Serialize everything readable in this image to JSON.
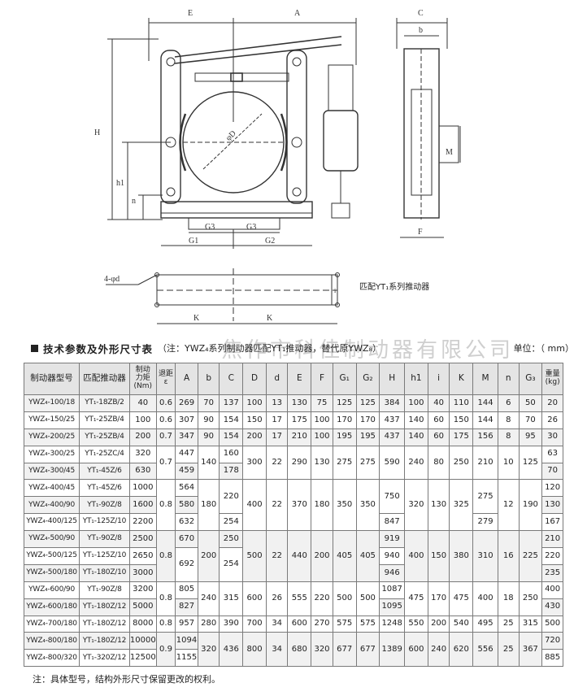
{
  "drawing": {
    "front_dims": [
      "E",
      "A",
      "H",
      "h1",
      "n",
      "φD",
      "G3",
      "G3",
      "G1",
      "G2"
    ],
    "side_dims": [
      "C",
      "b",
      "M",
      "F"
    ],
    "plan_dims": [
      "4-φd",
      "i",
      "K",
      "K"
    ],
    "caption": "匹配YT₁系列推动器"
  },
  "table_title": "技术参数及外形尺寸表",
  "table_note": "（注：YWZ₄系列制动器匹配YT₁推动器，替代原YWZ₈）",
  "unit_label": "单位：（ mm）",
  "watermark": "焦作市科佳制动器有限公司",
  "headers": {
    "model": "制动器型号",
    "thruster": "匹配推动器",
    "torque_1": "制动",
    "torque_2": "力矩",
    "torque_3": "(Nm)",
    "retreat_1": "退距",
    "retreat_2": "ε",
    "A": "A",
    "b": "b",
    "C": "C",
    "D": "D",
    "d": "d",
    "E": "E",
    "F": "F",
    "G1": "G₁",
    "G2": "G₂",
    "H": "H",
    "h1": "h1",
    "i": "i",
    "K": "K",
    "M": "M",
    "n": "n",
    "G3": "G₃",
    "weight_1": "重量",
    "weight_2": "(kg)"
  },
  "rows": [
    {
      "model": "YWZ₄-100/18",
      "thruster": "YT₁-18ZB/2",
      "torque": "40",
      "e": "0.6",
      "A": "269",
      "b": "70",
      "C": "137",
      "D": "100",
      "d": "13",
      "E": "130",
      "F": "75",
      "G1": "125",
      "G2": "125",
      "H": "384",
      "h1": "100",
      "i": "40",
      "K": "110",
      "M": "144",
      "n": "6",
      "G3": "50",
      "w": "20"
    },
    {
      "model": "YWZ₄-150/25",
      "thruster": "YT₁-25ZB/4",
      "torque": "100",
      "e": "0.6",
      "A": "307",
      "b": "90",
      "C": "154",
      "D": "150",
      "d": "17",
      "E": "175",
      "F": "100",
      "G1": "170",
      "G2": "170",
      "H": "437",
      "h1": "140",
      "i": "60",
      "K": "150",
      "M": "144",
      "n": "8",
      "G3": "70",
      "w": "26"
    },
    {
      "model": "YWZ₄-200/25",
      "thruster": "YT₁-25ZB/4",
      "torque": "200",
      "e": "0.7",
      "A": "347",
      "b": "90",
      "C": "154",
      "D": "200",
      "d": "17",
      "E": "210",
      "F": "100",
      "G1": "195",
      "G2": "195",
      "H": "437",
      "h1": "140",
      "i": "60",
      "K": "175",
      "M": "156",
      "n": "8",
      "G3": "95",
      "w": "30"
    },
    {
      "model": "YWZ₄-300/25",
      "thruster": "YT₁-25ZC/4",
      "torque": "320",
      "e": "0.7",
      "A": "447",
      "b": "140",
      "C": "160",
      "D": "300",
      "d": "22",
      "E": "290",
      "F": "130",
      "G1": "275",
      "G2": "275",
      "H": "590",
      "h1": "240",
      "i": "80",
      "K": "250",
      "M": "210",
      "n": "10",
      "G3": "125",
      "w": "63"
    },
    {
      "model": "YWZ₄-300/45",
      "thruster": "YT₁-45Z/6",
      "torque": "630",
      "A": "459",
      "C": "178",
      "w": "70"
    },
    {
      "model": "YWZ₄-400/45",
      "thruster": "YT₁-45Z/6",
      "torque": "1000",
      "e": "0.8",
      "A": "564",
      "b": "180",
      "C": "220",
      "D": "400",
      "d": "22",
      "E": "370",
      "F": "180",
      "G1": "350",
      "G2": "350",
      "H": "750",
      "h1": "320",
      "i": "130",
      "K": "325",
      "M": "275",
      "n": "12",
      "G3": "190",
      "w": "120"
    },
    {
      "model": "YWZ₄-400/90",
      "thruster": "YT₁-90Z/8",
      "torque": "1600",
      "A": "580",
      "w": "130"
    },
    {
      "model": "YWZ₄-400/125",
      "thruster": "YT₁-125Z/10",
      "torque": "2200",
      "A": "632",
      "C": "254",
      "H": "847",
      "M": "279",
      "w": "167"
    },
    {
      "model": "YWZ₄-500/90",
      "thruster": "YT₁-90Z/8",
      "torque": "2500",
      "e": "0.8",
      "A": "670",
      "b": "200",
      "C": "250",
      "D": "500",
      "d": "22",
      "E": "440",
      "F": "200",
      "G1": "405",
      "G2": "405",
      "H": "919",
      "h1": "400",
      "i": "150",
      "K": "380",
      "M": "310",
      "n": "16",
      "G3": "225",
      "w": "210"
    },
    {
      "model": "YWZ₄-500/125",
      "thruster": "YT₁-125Z/10",
      "torque": "2650",
      "A": "692",
      "C": "254",
      "H": "940",
      "w": "220"
    },
    {
      "model": "YWZ₄-500/180",
      "thruster": "YT₁-180Z/10",
      "torque": "3000",
      "H": "946",
      "w": "235"
    },
    {
      "model": "YWZ₄-600/90",
      "thruster": "YT₁-90Z/8",
      "torque": "3200",
      "e": "0.8",
      "A": "805",
      "b": "240",
      "C": "315",
      "D": "600",
      "d": "26",
      "E": "555",
      "F": "220",
      "G1": "500",
      "G2": "500",
      "H": "1087",
      "h1": "475",
      "i": "170",
      "K": "475",
      "M": "400",
      "n": "18",
      "G3": "250",
      "w": "400"
    },
    {
      "model": "YWZ₄-600/180",
      "thruster": "YT₁-180Z/12",
      "torque": "5000",
      "A": "827",
      "H": "1095",
      "w": "430"
    },
    {
      "model": "YWZ₄-700/180",
      "thruster": "YT₁-180Z/12",
      "torque": "8000",
      "e": "0.8",
      "A": "957",
      "b": "280",
      "C": "390",
      "D": "700",
      "d": "34",
      "E": "600",
      "F": "270",
      "G1": "575",
      "G2": "575",
      "H": "1248",
      "h1": "550",
      "i": "200",
      "K": "540",
      "M": "495",
      "n": "25",
      "G3": "315",
      "w": "500"
    },
    {
      "model": "YWZ₄-800/180",
      "thruster": "YT₁-180Z/12",
      "torque": "10000",
      "e": "0.9",
      "A": "1094",
      "b": "320",
      "C": "436",
      "D": "800",
      "d": "34",
      "E": "680",
      "F": "320",
      "G1": "677",
      "G2": "677",
      "H": "1389",
      "h1": "600",
      "i": "240",
      "K": "620",
      "M": "556",
      "n": "25",
      "G3": "367",
      "w": "720"
    },
    {
      "model": "YWZ₄-800/320",
      "thruster": "YT₁-320Z/12",
      "torque": "12500",
      "A": "1155",
      "w": "885"
    }
  ],
  "footnote": "注：具体型号，结构外形尺寸保留更改的权利。"
}
